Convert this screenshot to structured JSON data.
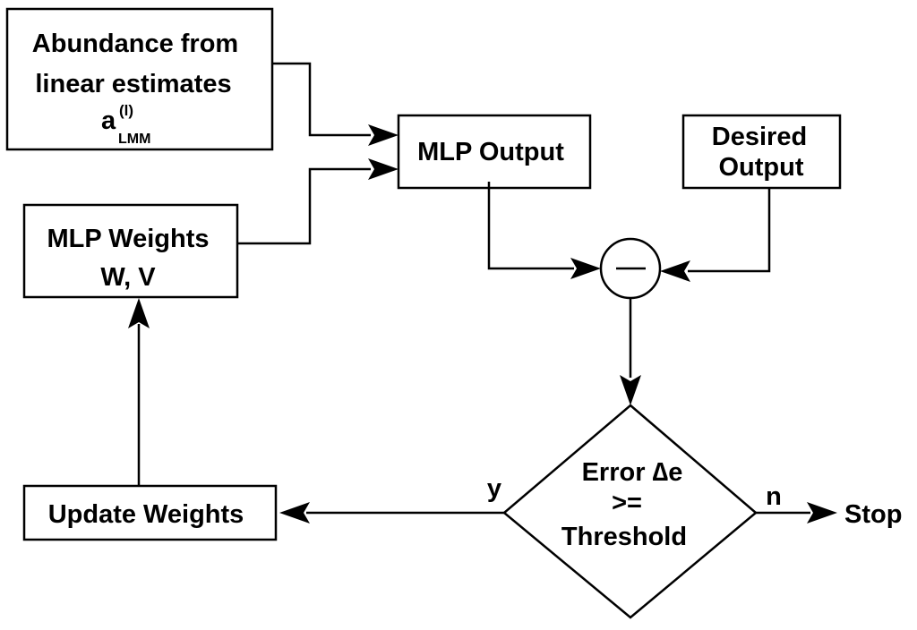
{
  "boxes": {
    "abundance": {
      "line1": "Abundance from",
      "line2": "linear estimates",
      "symbol": "a",
      "superscript": "(l)",
      "subscript": "LMM"
    },
    "mlp_output": {
      "label": "MLP Output"
    },
    "desired_output": {
      "line1": "Desired",
      "line2": "Output"
    },
    "mlp_weights": {
      "line1": "MLP Weights",
      "line2": "W, V"
    },
    "update_weights": {
      "label": "Update Weights"
    }
  },
  "subtractor": {
    "symbol": "—"
  },
  "decision": {
    "line1": "Error ∆e",
    "line2": ">=",
    "line3": "Threshold",
    "yes_label": "y",
    "no_label": "n"
  },
  "terminal": {
    "label": "Stop"
  }
}
